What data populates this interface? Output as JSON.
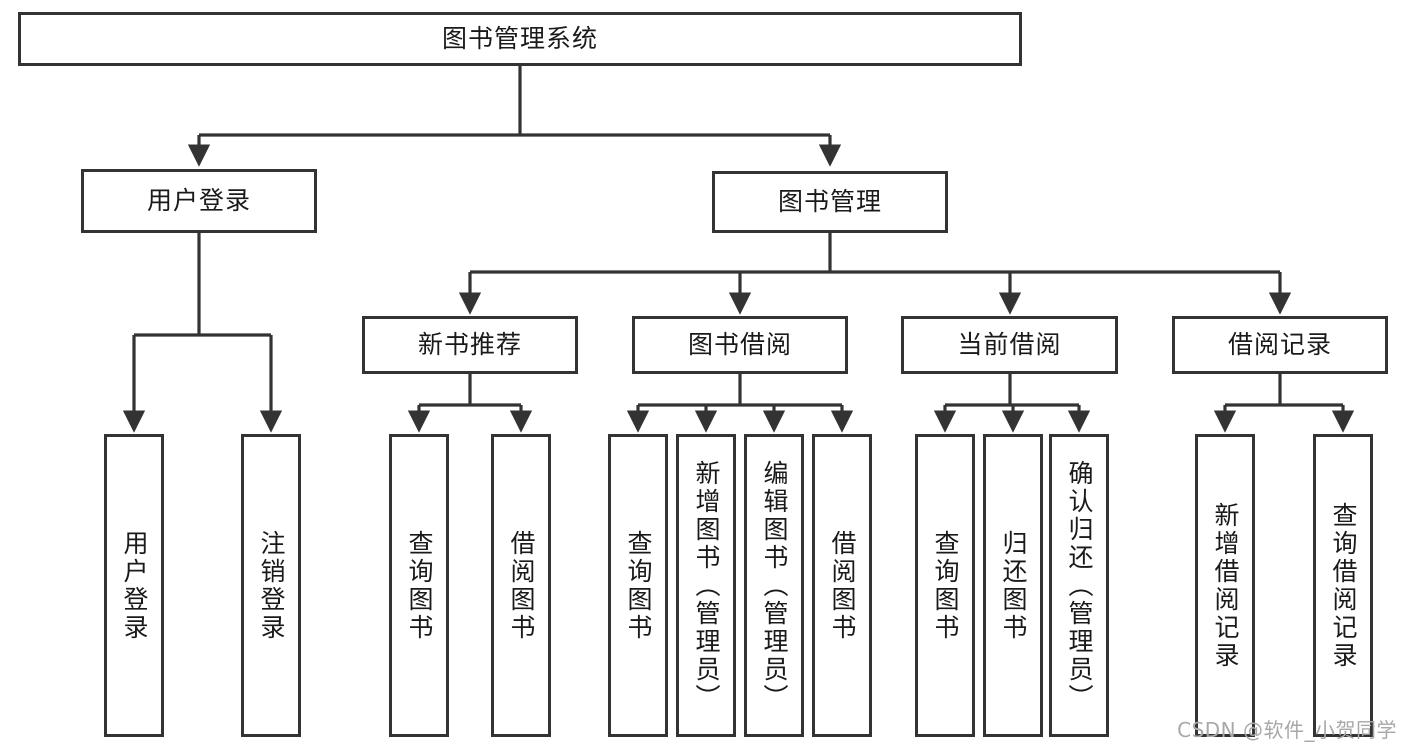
{
  "diagram": {
    "title": "图书管理系统",
    "type": "tree-hierarchy-diagram",
    "watermark": "CSDN @软件_小贺同学",
    "colors": {
      "border": "#333333",
      "background": "#ffffff",
      "text": "#1a1a1a",
      "watermark": "#a8a8a8"
    },
    "nodes": {
      "root": {
        "label": "图书管理系统"
      },
      "level2": [
        {
          "id": "user-login",
          "label": "用户登录"
        },
        {
          "id": "book-management",
          "label": "图书管理"
        }
      ],
      "level3": [
        {
          "id": "new-book-recommend",
          "label": "新书推荐"
        },
        {
          "id": "book-borrow",
          "label": "图书借阅"
        },
        {
          "id": "current-borrow",
          "label": "当前借阅"
        },
        {
          "id": "borrow-record",
          "label": "借阅记录"
        }
      ],
      "leaves": {
        "user_login": [
          {
            "id": "leaf-user-login",
            "label": "用户登录"
          },
          {
            "id": "leaf-logout-login",
            "label": "注销登录"
          }
        ],
        "new_book_recommend": [
          {
            "id": "leaf-query-book-1",
            "label": "查询图书"
          },
          {
            "id": "leaf-borrow-book-1",
            "label": "借阅图书"
          }
        ],
        "book_borrow": [
          {
            "id": "leaf-query-book-2",
            "label": "查询图书"
          },
          {
            "id": "leaf-add-book",
            "label": "新增图书（管理员）"
          },
          {
            "id": "leaf-edit-book",
            "label": "编辑图书（管理员）"
          },
          {
            "id": "leaf-borrow-book-2",
            "label": "借阅图书"
          }
        ],
        "current_borrow": [
          {
            "id": "leaf-query-book-3",
            "label": "查询图书"
          },
          {
            "id": "leaf-return-book",
            "label": "归还图书"
          },
          {
            "id": "leaf-confirm-return",
            "label": "确认归还（管理员）"
          }
        ],
        "borrow_record": [
          {
            "id": "leaf-add-borrow-record",
            "label": "新增借阅记录"
          },
          {
            "id": "leaf-query-borrow-record",
            "label": "查询借阅记录"
          }
        ]
      }
    }
  }
}
